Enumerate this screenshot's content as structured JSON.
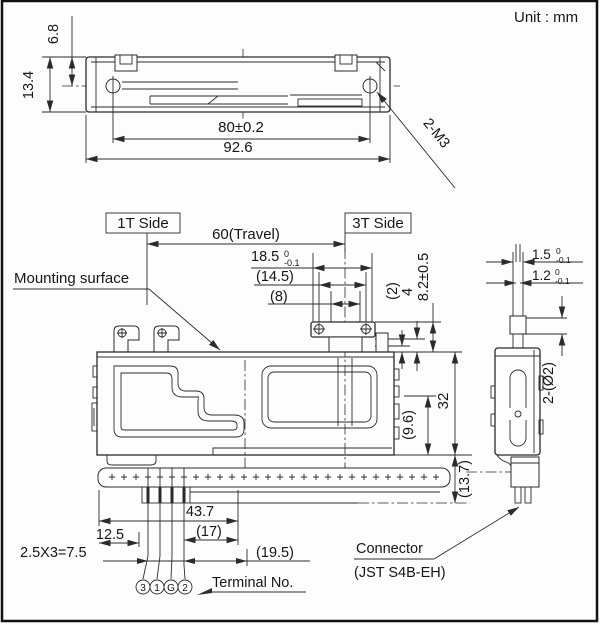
{
  "unit_label": "Unit : mm",
  "colors": {
    "line": "#2b2b2b",
    "text": "#151515",
    "background": "#fdfdfd",
    "border": "#111111"
  },
  "top_view": {
    "dim_height_half": "6.8",
    "dim_height": "13.4",
    "dim_hole_span": "80±0.2",
    "dim_width": "92.6",
    "thread_label": "2-M3"
  },
  "front_view": {
    "side_left_label": "1T Side",
    "side_right_label": "3T Side",
    "travel_label": "60(Travel)",
    "mounting_label": "Mounting surface",
    "dim_knob_outer": {
      "value": "18.5",
      "tol_upper": "0",
      "tol_lower": "-0.1"
    },
    "dim_knob_holes": "(14.5)",
    "dim_knob_stem": "(8)",
    "dim_step": "(2)",
    "dim_knob_height": "4",
    "dim_lever_height": "8.2±0.5",
    "dim_body_height": "32",
    "dim_lower_height": "(9.6)",
    "dim_pin_height": "(13.7)",
    "dim_left_to_pin": "43.7",
    "dim_pin_group": "(17)",
    "dim_left_edge": "12.5",
    "dim_pin_pitch": "2.5X3=7.5",
    "dim_right_span": "(19.5)"
  },
  "side_view": {
    "dim_tip_upper": {
      "value": "1.5",
      "tol_upper": "0",
      "tol_lower": "-0.1"
    },
    "dim_tip_lower": {
      "value": "1.2",
      "tol_upper": "0",
      "tol_lower": "-0.1"
    },
    "holes_label": "2-(Ø2)"
  },
  "terminals": {
    "label": "Terminal No.",
    "pins": [
      "3",
      "1",
      "G",
      "2"
    ]
  },
  "connector": {
    "line1": "Connector",
    "line2": "(JST S4B-EH)"
  }
}
